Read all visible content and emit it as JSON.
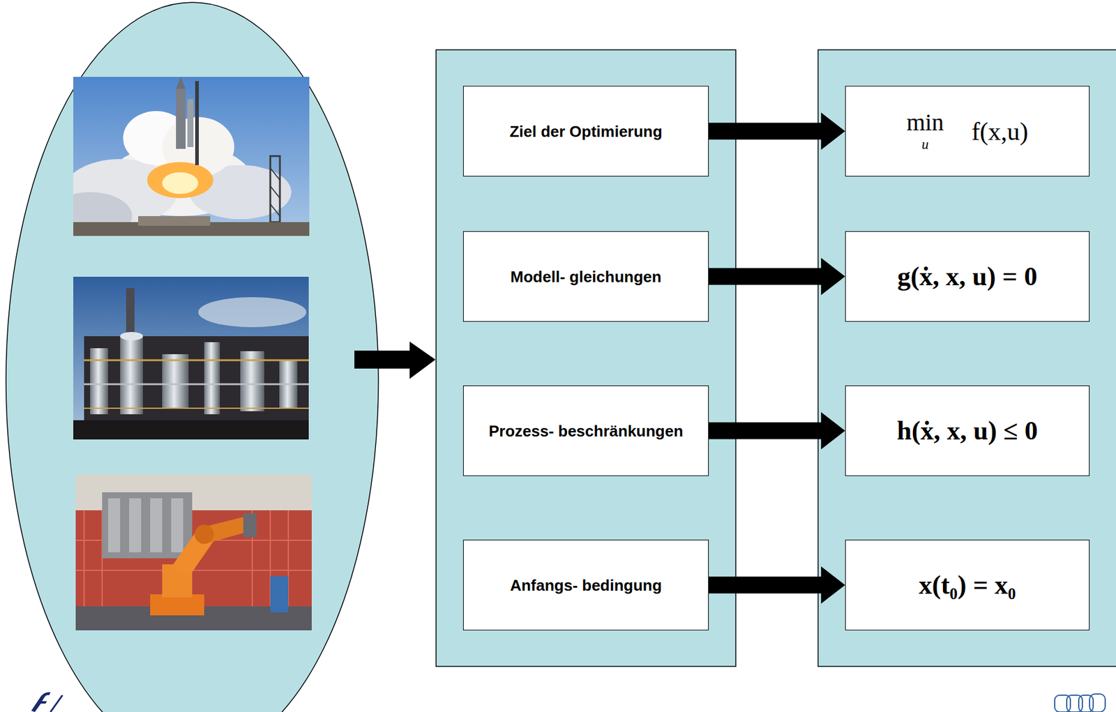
{
  "diagram": {
    "nodes": [
      {
        "text": [
          "Ziel der Optimierung"
        ]
      },
      {
        "text": [
          "Modell- gleichungen"
        ]
      },
      {
        "text": [
          "Prozess- beschränkungen"
        ]
      },
      {
        "text": [
          "Anfangs- bedingung"
        ]
      },
      {
        "text": [
          "min",
          "u",
          "f(x,u)"
        ]
      },
      {
        "text": [
          "g(ẋ, x, u) = 0"
        ]
      },
      {
        "text": [
          "h(ẋ, x, u) ≤ 0"
        ]
      },
      {
        "text": [
          "x(t₀) = x₀"
        ]
      }
    ],
    "edges": [
      {
        "from": 0,
        "to": 4,
        "arrow": "to"
      },
      {
        "from": 1,
        "to": 5,
        "arrow": "to"
      },
      {
        "from": 2,
        "to": 6,
        "arrow": "to"
      },
      {
        "from": 3,
        "to": 7,
        "arrow": "to"
      }
    ]
  }
}
